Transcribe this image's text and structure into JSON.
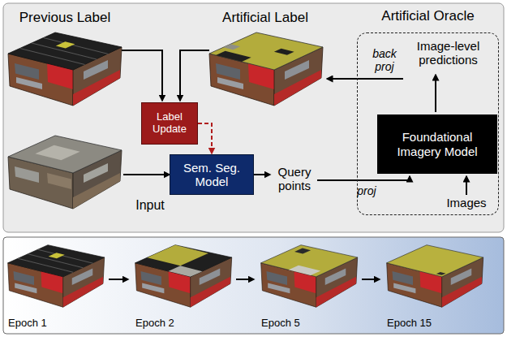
{
  "diagram": {
    "nodes": [
      {
        "text": [
          "Label Update"
        ]
      },
      {
        "text": [
          "Sem. Seg. Model"
        ]
      },
      {
        "text": [
          "Artificial Oracle"
        ]
      },
      {
        "text": [
          "Foundational Imagery Model"
        ],
        "in": 2
      }
    ],
    "edges": [
      {
        "from": 0,
        "to": 1,
        "arrow": "to"
      }
    ],
    "labels": [
      "Previous Label",
      "Artificial Label",
      "Input",
      "Query points",
      "Image-level predictions",
      "back proj",
      "proj",
      "Images",
      "Epoch 1",
      "Epoch 2",
      "Epoch 5",
      "Epoch 15"
    ]
  }
}
